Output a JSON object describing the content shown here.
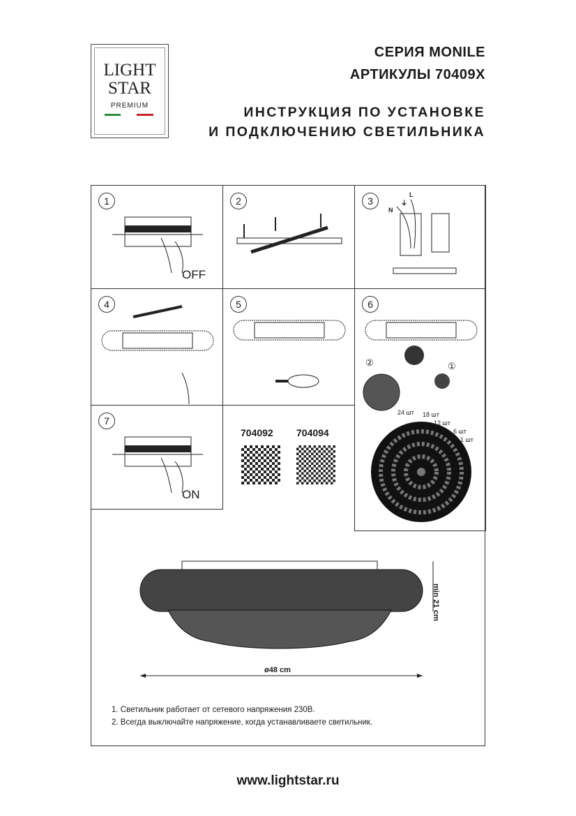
{
  "logo": {
    "line1": "LIGHT",
    "line2": "STAR",
    "line3": "PREMIUM"
  },
  "header": {
    "series": "СЕРИЯ MONILE",
    "articles": "АРТИКУЛЫ 70409X",
    "title_line1": "ИНСТРУКЦИЯ ПО УСТАНОВКЕ",
    "title_line2": "И ПОДКЛЮЧЕНИЮ СВЕТИЛЬНИКА"
  },
  "steps": [
    {
      "n": "1",
      "label": "OFF"
    },
    {
      "n": "2"
    },
    {
      "n": "3"
    },
    {
      "n": "4"
    },
    {
      "n": "5"
    },
    {
      "n": "6"
    },
    {
      "n": "7",
      "label": "ON"
    }
  ],
  "wires": {
    "n": "N",
    "ground": "⏚",
    "l": "L"
  },
  "crystals": {
    "c24": "24 шт",
    "c18": "18 шт",
    "c12": "12 шт",
    "c6": "6 шт",
    "c1": "1 шт",
    "step_a": "②",
    "step_b": "①"
  },
  "qr": [
    {
      "code": "704092"
    },
    {
      "code": "704094"
    }
  ],
  "dimensions": {
    "height": "min 21 cm",
    "diameter": "ø48 cm"
  },
  "notes": [
    "1. Светильник работает от сетевого напряжения 230В.",
    "2. Всегда выключайте напряжение, когда устанавливаете светильник."
  ],
  "footer": {
    "url": "www.lightstar.ru"
  }
}
